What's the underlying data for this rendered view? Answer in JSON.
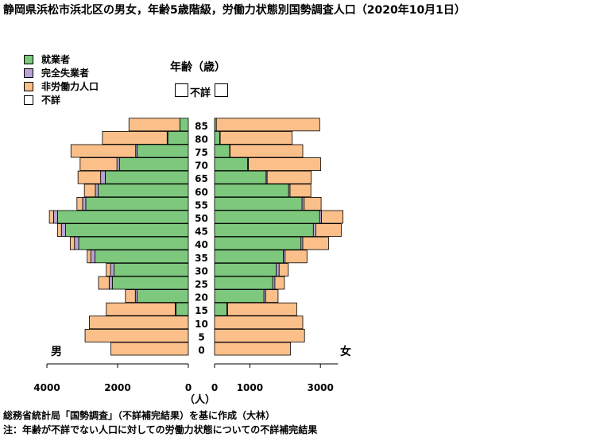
{
  "title": "静岡県浜松市浜北区の男女，年齢5歳階級，労働力状態別国勢調査人口（2020年10月1日）",
  "legend": [
    {
      "label": "就業者",
      "color": "#7dc87d"
    },
    {
      "label": "完全失業者",
      "color": "#b7a3d4"
    },
    {
      "label": "非労働力人口",
      "color": "#fbbf8a"
    },
    {
      "label": "不詳",
      "color": "#ffffff"
    }
  ],
  "age_axis_title": "年齢（歳）",
  "unknown_label": "不詳",
  "male_label": "男",
  "female_label": "女",
  "unit_label": "（人）",
  "source": "総務省統計局「国勢調査」（不詳補完結果）を基に作成（大林）",
  "note": "注：年齢が不詳でない人口に対しての労働力状態についての不詳補完結果",
  "chart_data": {
    "type": "bar",
    "orientation": "horizontal-pyramid",
    "categories": [
      "0-4",
      "5-9",
      "10-14",
      "15-19",
      "20-24",
      "25-29",
      "30-34",
      "35-39",
      "40-44",
      "45-49",
      "50-54",
      "55-59",
      "60-64",
      "65-69",
      "70-74",
      "75-79",
      "80-84",
      "85+"
    ],
    "age_tick_labels": [
      "0",
      "5",
      "10",
      "15",
      "20",
      "25",
      "30",
      "35",
      "40",
      "45",
      "50",
      "55",
      "60",
      "65",
      "70",
      "75",
      "80",
      "85"
    ],
    "male_ticks": [
      4000,
      2000,
      0
    ],
    "female_ticks": [
      0,
      1000,
      3000
    ],
    "male_xlim": [
      0,
      4000
    ],
    "female_xlim": [
      0,
      3500
    ],
    "male": {
      "employed": [
        0,
        0,
        0,
        350,
        1450,
        2150,
        2100,
        2640,
        3100,
        3470,
        3700,
        2900,
        2550,
        2350,
        1950,
        1450,
        580,
        240
      ],
      "unemployed": [
        0,
        0,
        0,
        20,
        50,
        90,
        100,
        120,
        120,
        120,
        110,
        90,
        80,
        130,
        70,
        40,
        20,
        0
      ],
      "not_in_labor": [
        2190,
        2920,
        2800,
        1950,
        280,
        300,
        120,
        100,
        120,
        110,
        120,
        160,
        310,
        640,
        1040,
        1830,
        1830,
        1440
      ]
    },
    "female": {
      "employed": [
        0,
        0,
        0,
        350,
        1400,
        1650,
        1750,
        1950,
        2450,
        2800,
        2980,
        2480,
        2100,
        1460,
        940,
        430,
        150,
        50
      ],
      "unemployed": [
        0,
        0,
        0,
        20,
        50,
        60,
        80,
        50,
        50,
        70,
        50,
        60,
        40,
        30,
        20,
        10,
        10,
        0
      ],
      "not_in_labor": [
        2150,
        2550,
        2500,
        1960,
        350,
        270,
        260,
        620,
        730,
        720,
        610,
        480,
        590,
        1250,
        2050,
        2060,
        2040,
        2930
      ]
    },
    "grid": false,
    "legend_position": "top-left"
  }
}
